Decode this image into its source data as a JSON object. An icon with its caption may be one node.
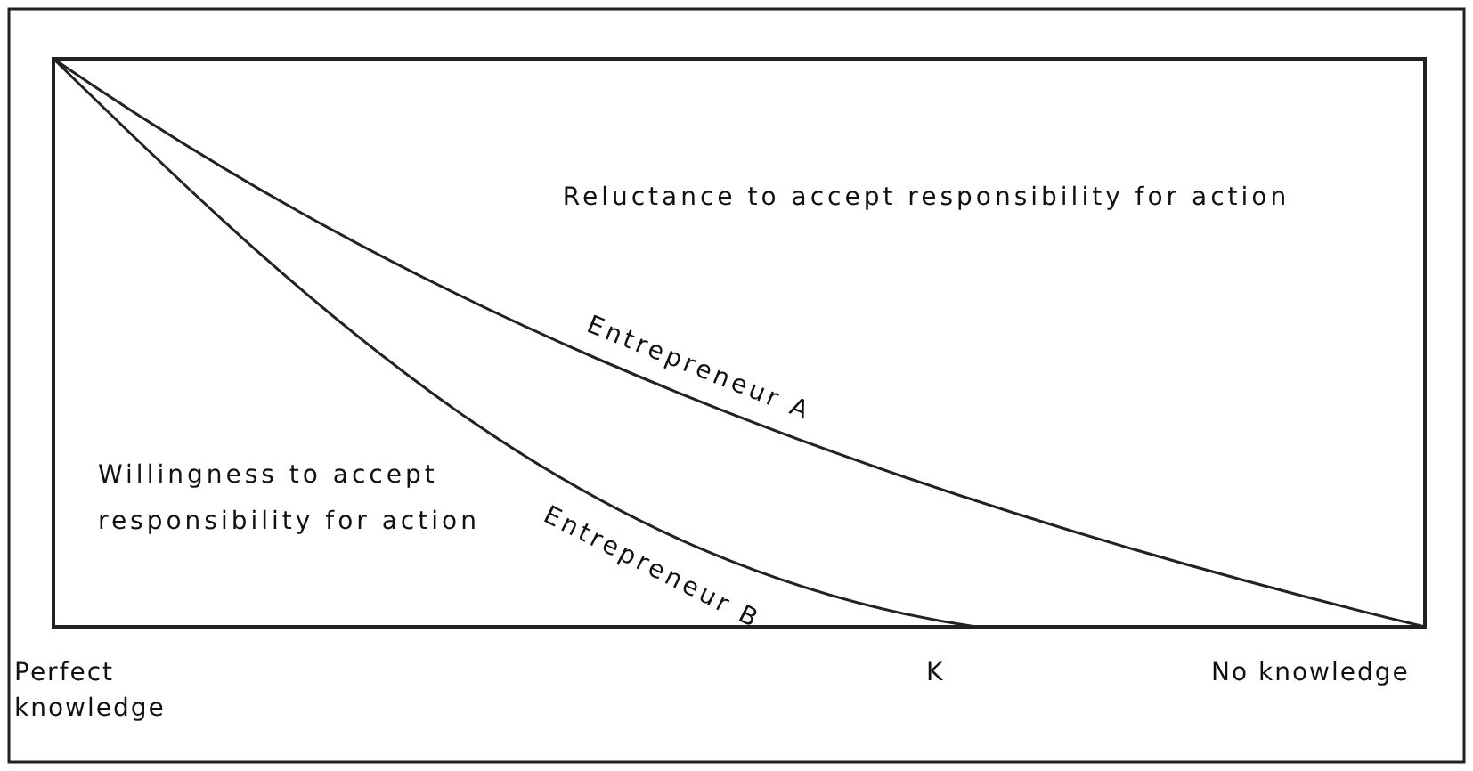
{
  "diagram": {
    "labels": [
      "Reluctance to accept responsibility for action",
      "Entrepreneur A",
      "Entrepreneur B",
      "Willingness to accept responsibility for action",
      "Perfect knowledge",
      "K",
      "No knowledge"
    ]
  }
}
